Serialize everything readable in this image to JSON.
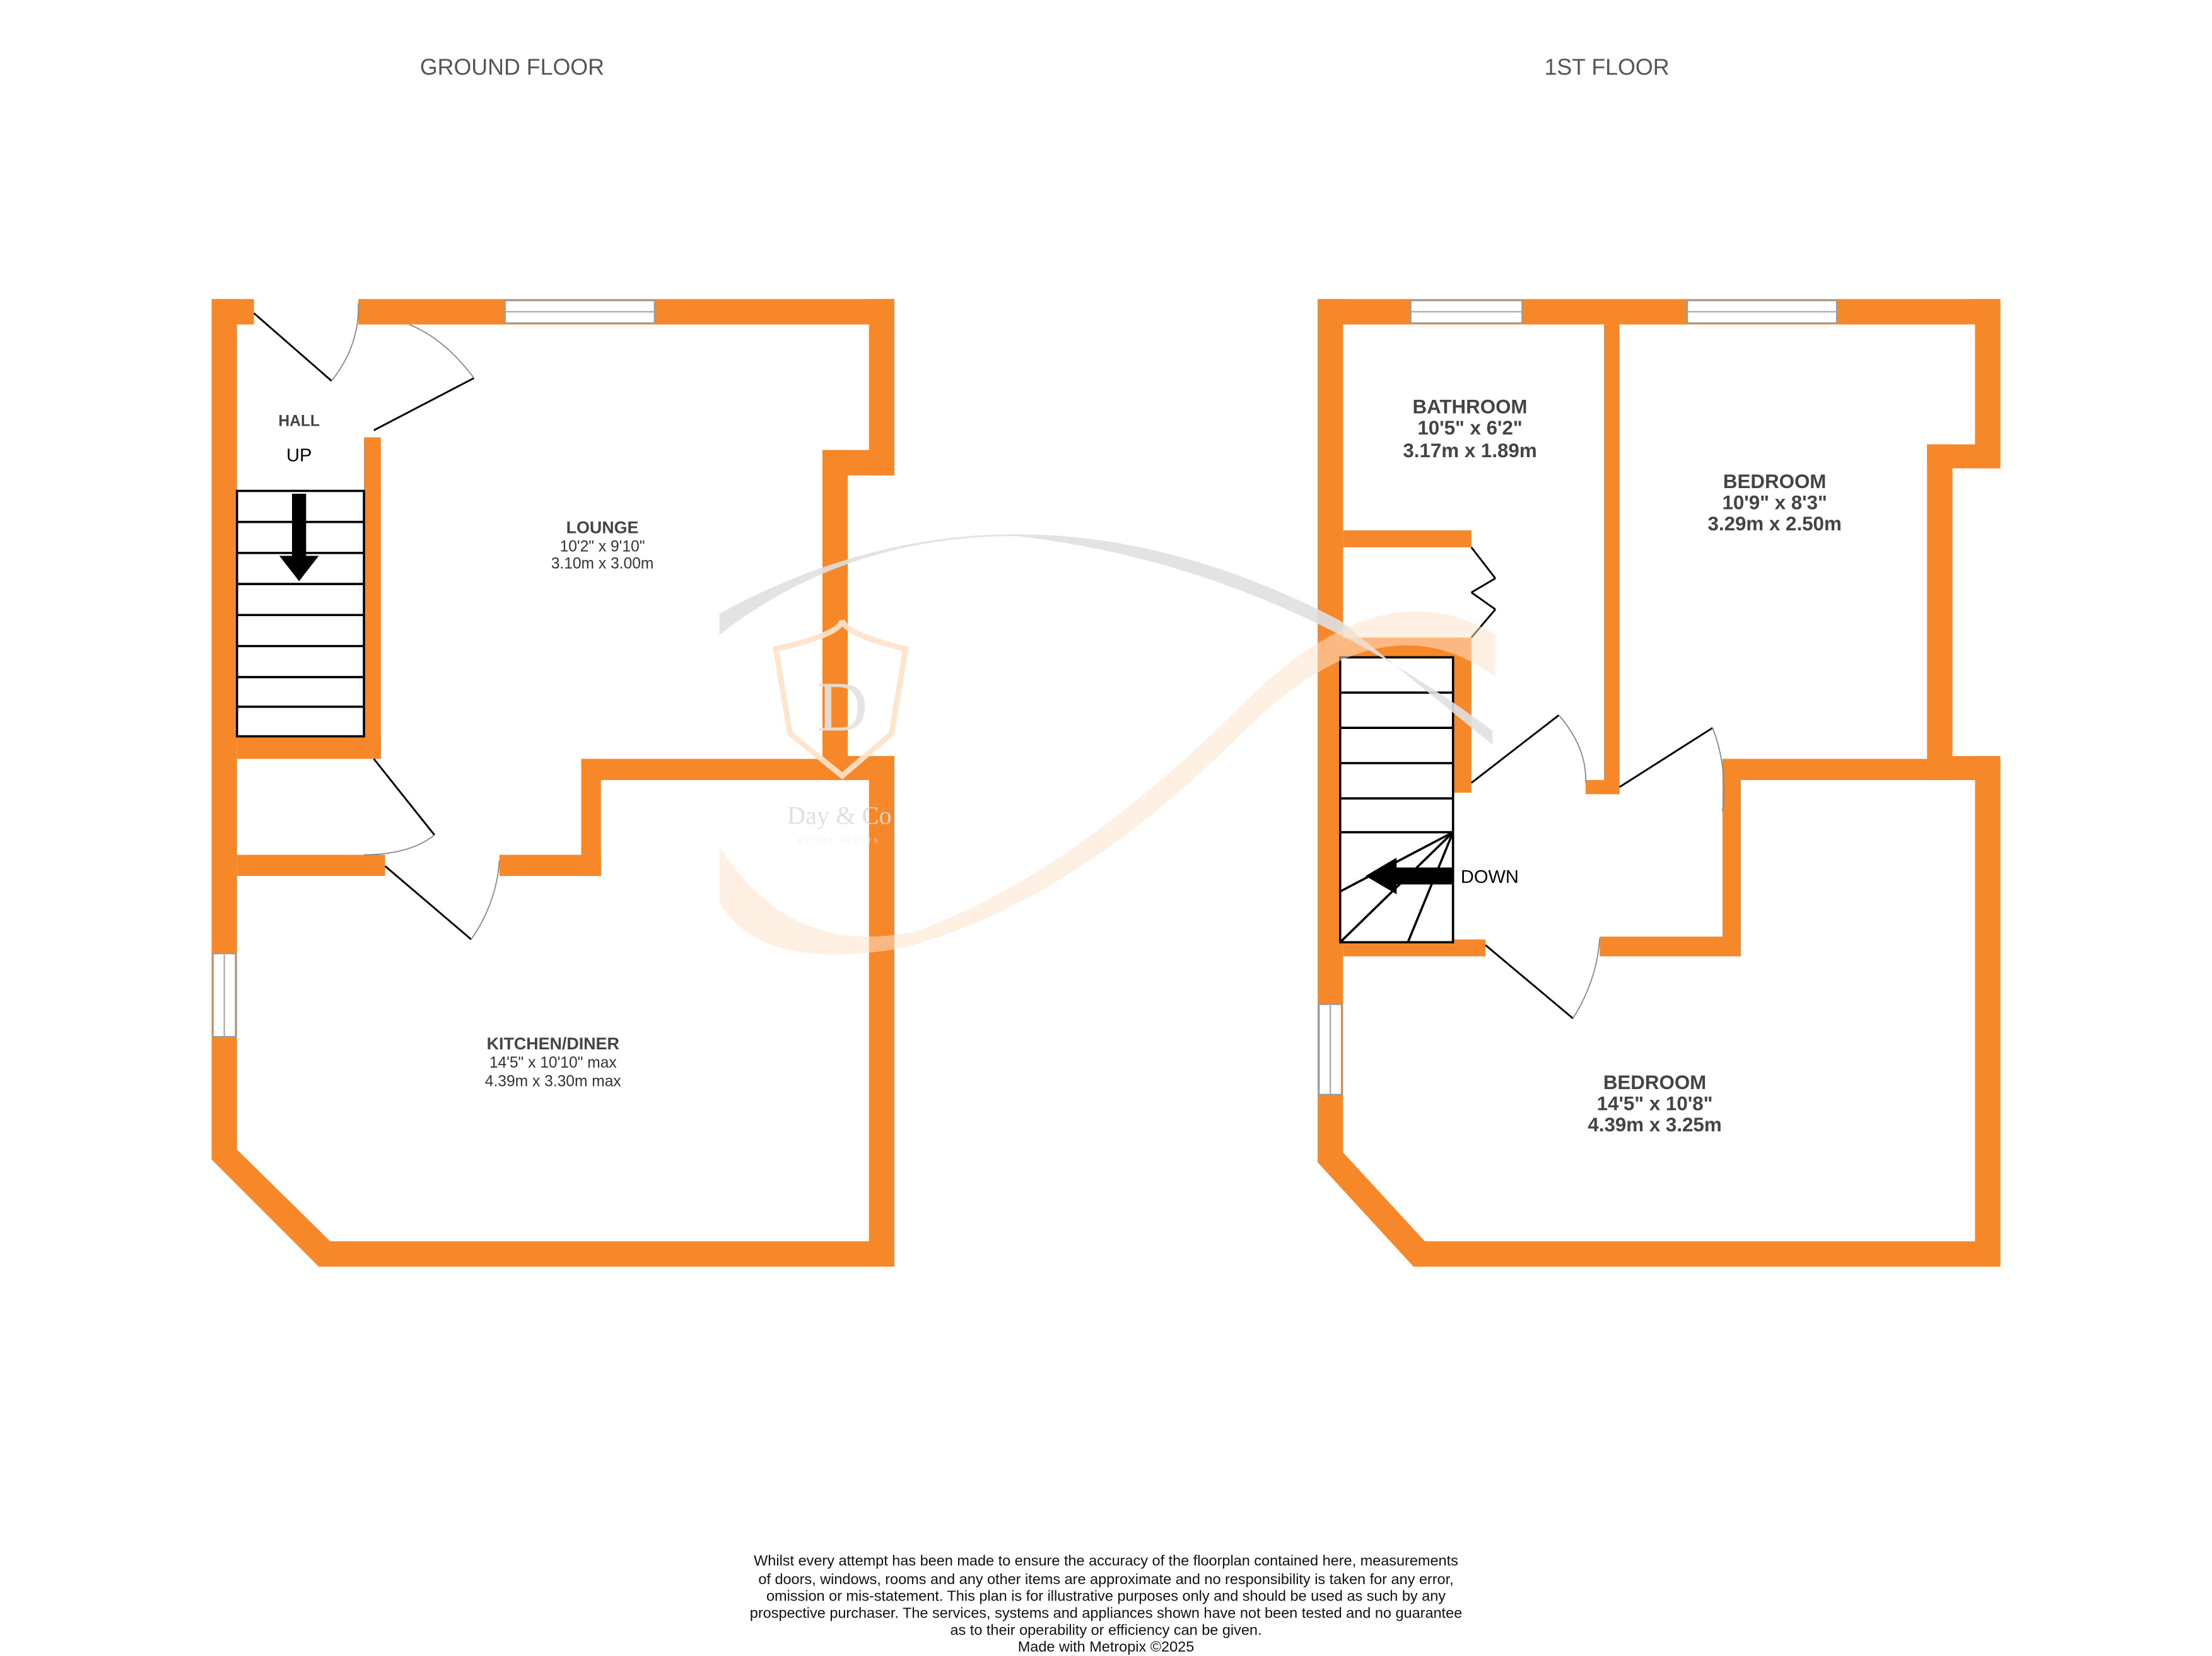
{
  "floors": [
    {
      "title": "GROUND FLOOR",
      "rooms": [
        {
          "name": "HALL"
        },
        {
          "name": "LOUNGE",
          "imperial": "10'2\"  x 9'10\"",
          "metric": "3.10m  x 3.00m"
        },
        {
          "name": "KITCHEN/DINER",
          "imperial": "14'5\"  x 10'10\" max",
          "metric": "4.39m  x 3.30m max"
        }
      ],
      "stairs_label": "UP"
    },
    {
      "title": "1ST FLOOR",
      "rooms": [
        {
          "name": "BATHROOM",
          "imperial": "10'5\"  x 6'2\"",
          "metric": "3.17m  x 1.89m"
        },
        {
          "name": "BEDROOM",
          "imperial": "10'9\"  x 8'3\"",
          "metric": "3.29m  x 2.50m"
        },
        {
          "name": "BEDROOM",
          "imperial": "14'5\"  x 10'8\"",
          "metric": "4.39m  x 3.25m"
        }
      ],
      "stairs_label": "DOWN"
    }
  ],
  "watermark": {
    "brand": "Day & Co",
    "tagline": "ESTATE AGENTS",
    "letter": "D"
  },
  "disclaimer": [
    "Whilst every attempt has been made to ensure the accuracy of the floorplan contained here, measurements",
    "of doors, windows, rooms and any other items are approximate and no responsibility is taken for any error,",
    "omission or mis-statement. This plan is for illustrative purposes only and should be used as such by any",
    "prospective purchaser. The services, systems and appliances shown have not been tested and no guarantee",
    "as to their operability or efficiency can be given.",
    "Made with Metropix ©2025"
  ],
  "colors": {
    "wall": "#F7882A",
    "text": "#444444"
  }
}
